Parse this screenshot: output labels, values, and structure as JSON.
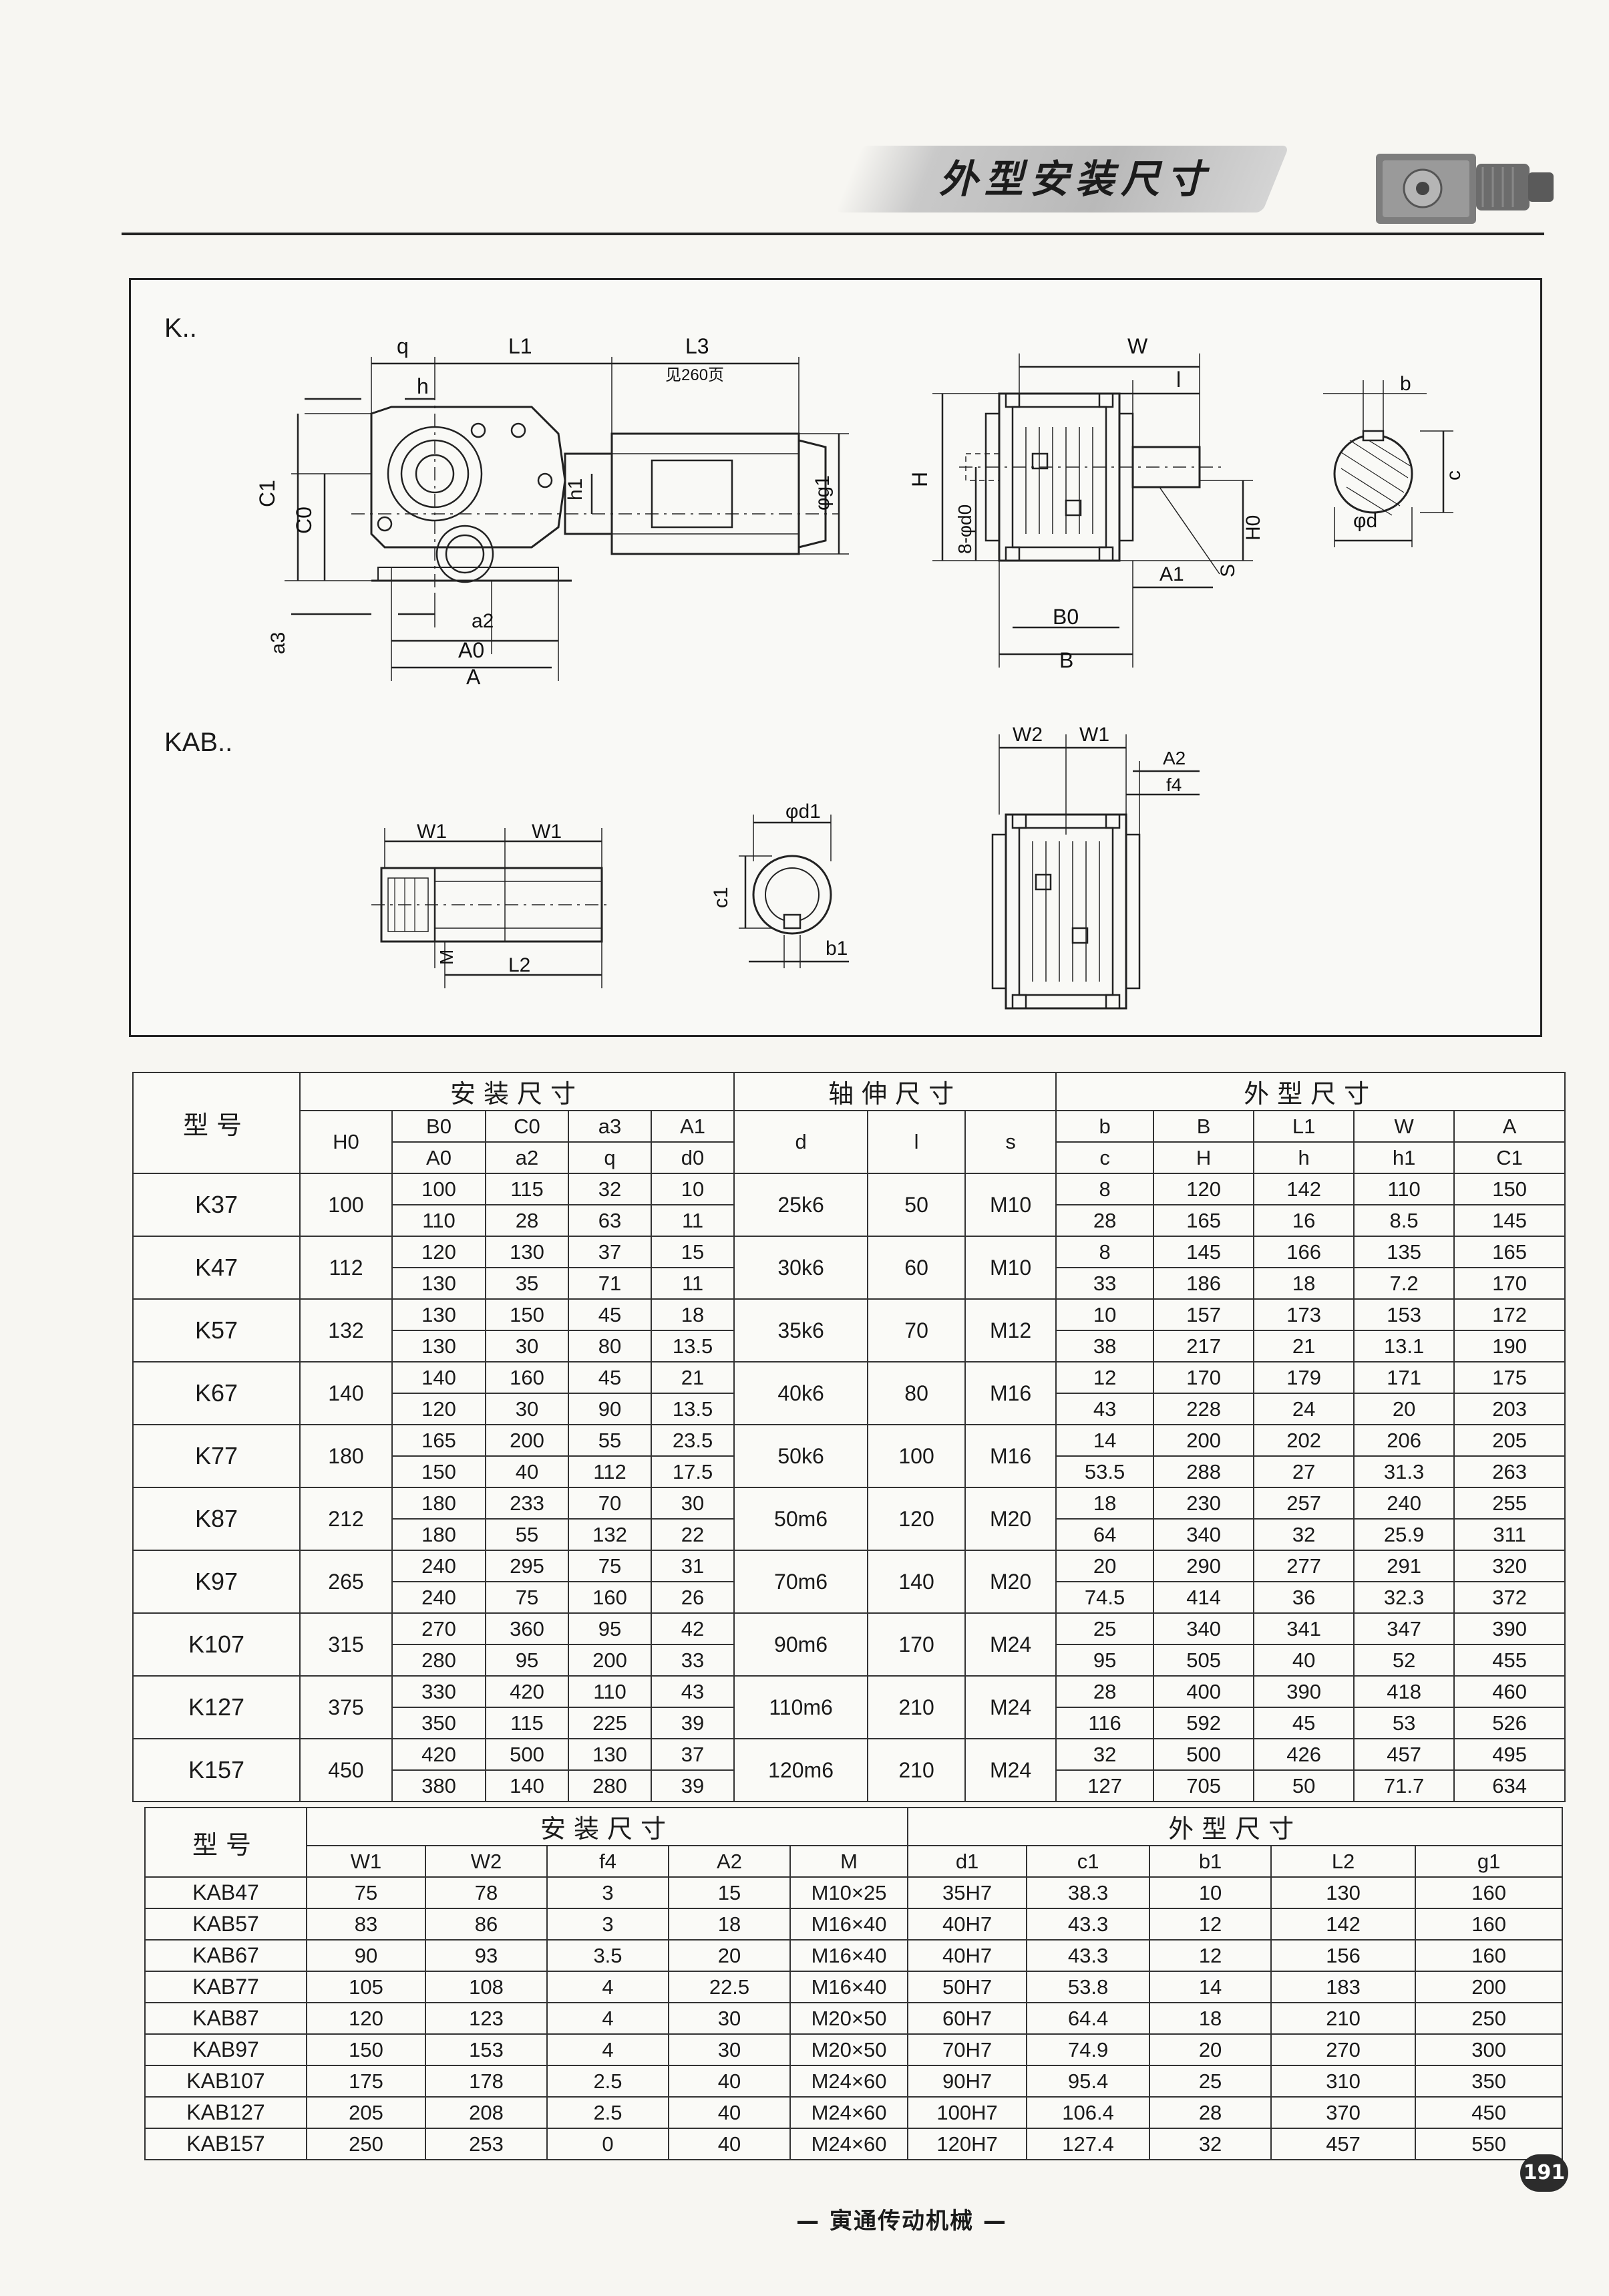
{
  "header": {
    "title": "外型安装尺寸",
    "product_image": "gear-reducer-photo"
  },
  "drawing": {
    "k_label": "K..",
    "kab_label": "KAB..",
    "k_labels": {
      "q": "q",
      "h": "h",
      "L1": "L1",
      "L3": "L3",
      "see_page": "见260页",
      "C1": "C1",
      "C0": "C0",
      "h1": "h1",
      "g1": "φg1",
      "a3": "a3",
      "a2": "a2",
      "A0": "A0",
      "A": "A",
      "W": "W",
      "l": "l",
      "H": "H",
      "d0": "8-φd0",
      "H0": "H0",
      "S": "S",
      "B0": "B0",
      "B": "B",
      "A1": "A1",
      "b": "b",
      "c": "c",
      "d": "φd"
    },
    "kab_labels": {
      "W1a": "W1",
      "W1b": "W1",
      "M": "M",
      "L2": "L2",
      "d1": "φd1",
      "c1": "c1",
      "b1": "b1",
      "W2": "W2",
      "W1c": "W1",
      "A2": "A2",
      "f4": "f4"
    }
  },
  "table_k": {
    "section_headers": {
      "model": "型号",
      "install": "安装尺寸",
      "shaft": "轴伸尺寸",
      "outline": "外型尺寸"
    },
    "sub_headers_top": [
      "H0",
      "B0",
      "C0",
      "a3",
      "A1",
      "d",
      "l",
      "s",
      "b",
      "B",
      "L1",
      "W",
      "A"
    ],
    "sub_headers_bottom": [
      "A0",
      "a2",
      "q",
      "d0",
      "c",
      "H",
      "h",
      "h1",
      "C1"
    ],
    "rows": [
      {
        "model": "K37",
        "h0": "100",
        "d": "25k6",
        "l": "50",
        "s": "M10",
        "r1": [
          "100",
          "115",
          "32",
          "10",
          "8",
          "120",
          "142",
          "110",
          "150"
        ],
        "r2": [
          "110",
          "28",
          "63",
          "11",
          "28",
          "165",
          "16",
          "8.5",
          "145"
        ]
      },
      {
        "model": "K47",
        "h0": "112",
        "d": "30k6",
        "l": "60",
        "s": "M10",
        "r1": [
          "120",
          "130",
          "37",
          "15",
          "8",
          "145",
          "166",
          "135",
          "165"
        ],
        "r2": [
          "130",
          "35",
          "71",
          "11",
          "33",
          "186",
          "18",
          "7.2",
          "170"
        ]
      },
      {
        "model": "K57",
        "h0": "132",
        "d": "35k6",
        "l": "70",
        "s": "M12",
        "r1": [
          "130",
          "150",
          "45",
          "18",
          "10",
          "157",
          "173",
          "153",
          "172"
        ],
        "r2": [
          "130",
          "30",
          "80",
          "13.5",
          "38",
          "217",
          "21",
          "13.1",
          "190"
        ]
      },
      {
        "model": "K67",
        "h0": "140",
        "d": "40k6",
        "l": "80",
        "s": "M16",
        "r1": [
          "140",
          "160",
          "45",
          "21",
          "12",
          "170",
          "179",
          "171",
          "175"
        ],
        "r2": [
          "120",
          "30",
          "90",
          "13.5",
          "43",
          "228",
          "24",
          "20",
          "203"
        ]
      },
      {
        "model": "K77",
        "h0": "180",
        "d": "50k6",
        "l": "100",
        "s": "M16",
        "r1": [
          "165",
          "200",
          "55",
          "23.5",
          "14",
          "200",
          "202",
          "206",
          "205"
        ],
        "r2": [
          "150",
          "40",
          "112",
          "17.5",
          "53.5",
          "288",
          "27",
          "31.3",
          "263"
        ]
      },
      {
        "model": "K87",
        "h0": "212",
        "d": "50m6",
        "l": "120",
        "s": "M20",
        "r1": [
          "180",
          "233",
          "70",
          "30",
          "18",
          "230",
          "257",
          "240",
          "255"
        ],
        "r2": [
          "180",
          "55",
          "132",
          "22",
          "64",
          "340",
          "32",
          "25.9",
          "311"
        ]
      },
      {
        "model": "K97",
        "h0": "265",
        "d": "70m6",
        "l": "140",
        "s": "M20",
        "r1": [
          "240",
          "295",
          "75",
          "31",
          "20",
          "290",
          "277",
          "291",
          "320"
        ],
        "r2": [
          "240",
          "75",
          "160",
          "26",
          "74.5",
          "414",
          "36",
          "32.3",
          "372"
        ]
      },
      {
        "model": "K107",
        "h0": "315",
        "d": "90m6",
        "l": "170",
        "s": "M24",
        "r1": [
          "270",
          "360",
          "95",
          "42",
          "25",
          "340",
          "341",
          "347",
          "390"
        ],
        "r2": [
          "280",
          "95",
          "200",
          "33",
          "95",
          "505",
          "40",
          "52",
          "455"
        ]
      },
      {
        "model": "K127",
        "h0": "375",
        "d": "110m6",
        "l": "210",
        "s": "M24",
        "r1": [
          "330",
          "420",
          "110",
          "43",
          "28",
          "400",
          "390",
          "418",
          "460"
        ],
        "r2": [
          "350",
          "115",
          "225",
          "39",
          "116",
          "592",
          "45",
          "53",
          "526"
        ]
      },
      {
        "model": "K157",
        "h0": "450",
        "d": "120m6",
        "l": "210",
        "s": "M24",
        "r1": [
          "420",
          "500",
          "130",
          "37",
          "32",
          "500",
          "426",
          "457",
          "495"
        ],
        "r2": [
          "380",
          "140",
          "280",
          "39",
          "127",
          "705",
          "50",
          "71.7",
          "634"
        ]
      }
    ]
  },
  "table_kab": {
    "section_headers": {
      "model": "型号",
      "install": "安装尺寸",
      "outline": "外型尺寸"
    },
    "sub_headers": [
      "W1",
      "W2",
      "f4",
      "A2",
      "M",
      "d1",
      "c1",
      "b1",
      "L2",
      "g1"
    ],
    "rows": [
      {
        "model": "KAB47",
        "v": [
          "75",
          "78",
          "3",
          "15",
          "M10×25",
          "35H7",
          "38.3",
          "10",
          "130",
          "160"
        ]
      },
      {
        "model": "KAB57",
        "v": [
          "83",
          "86",
          "3",
          "18",
          "M16×40",
          "40H7",
          "43.3",
          "12",
          "142",
          "160"
        ]
      },
      {
        "model": "KAB67",
        "v": [
          "90",
          "93",
          "3.5",
          "20",
          "M16×40",
          "40H7",
          "43.3",
          "12",
          "156",
          "160"
        ]
      },
      {
        "model": "KAB77",
        "v": [
          "105",
          "108",
          "4",
          "22.5",
          "M16×40",
          "50H7",
          "53.8",
          "14",
          "183",
          "200"
        ]
      },
      {
        "model": "KAB87",
        "v": [
          "120",
          "123",
          "4",
          "30",
          "M20×50",
          "60H7",
          "64.4",
          "18",
          "210",
          "250"
        ]
      },
      {
        "model": "KAB97",
        "v": [
          "150",
          "153",
          "4",
          "30",
          "M20×50",
          "70H7",
          "74.9",
          "20",
          "270",
          "300"
        ]
      },
      {
        "model": "KAB107",
        "v": [
          "175",
          "178",
          "2.5",
          "40",
          "M24×60",
          "90H7",
          "95.4",
          "25",
          "310",
          "350"
        ]
      },
      {
        "model": "KAB127",
        "v": [
          "205",
          "208",
          "2.5",
          "40",
          "M24×60",
          "100H7",
          "106.4",
          "28",
          "370",
          "450"
        ]
      },
      {
        "model": "KAB157",
        "v": [
          "250",
          "253",
          "0",
          "40",
          "M24×60",
          "120H7",
          "127.4",
          "32",
          "457",
          "550"
        ]
      }
    ]
  },
  "footer": {
    "company": "— 寅通传动机械 —",
    "page_number": "191"
  }
}
